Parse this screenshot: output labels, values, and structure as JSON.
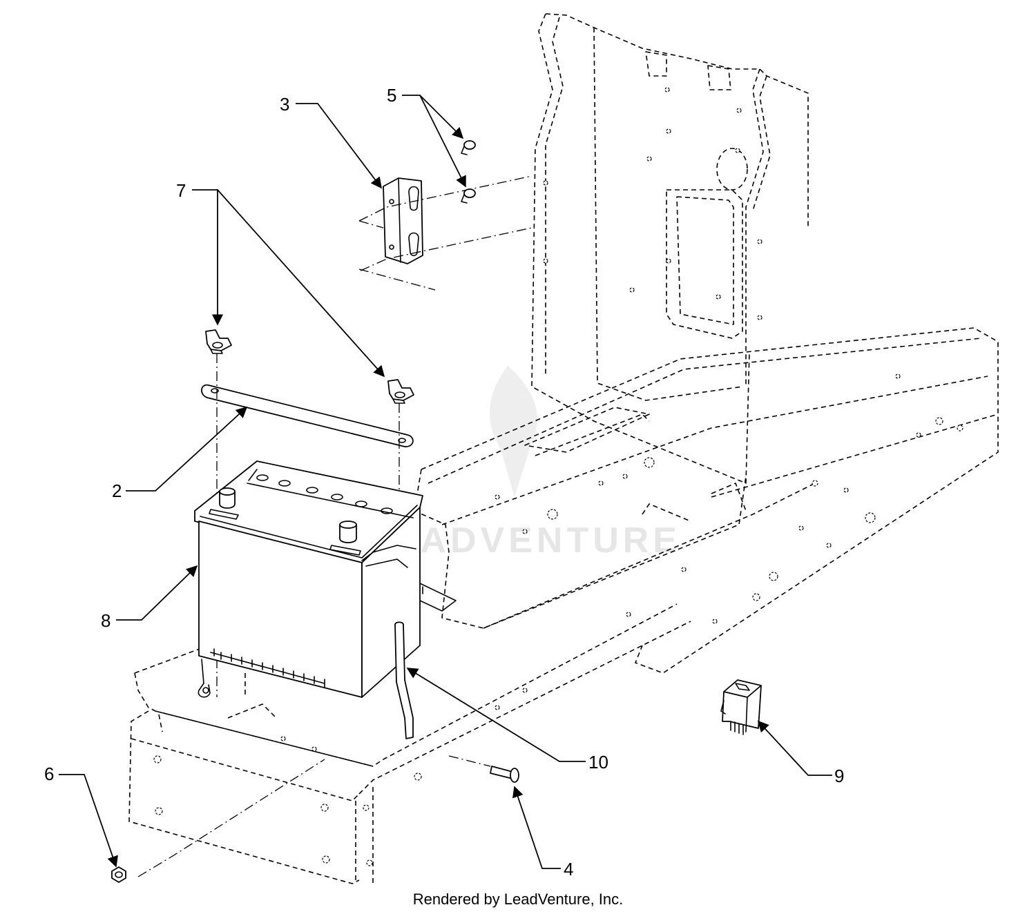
{
  "callouts": [
    {
      "id": "2",
      "label": "2"
    },
    {
      "id": "3",
      "label": "3"
    },
    {
      "id": "4",
      "label": "4"
    },
    {
      "id": "5",
      "label": "5"
    },
    {
      "id": "6",
      "label": "6"
    },
    {
      "id": "7",
      "label": "7"
    },
    {
      "id": "8",
      "label": "8"
    },
    {
      "id": "9",
      "label": "9"
    },
    {
      "id": "10",
      "label": "10"
    }
  ],
  "watermark": "LEADVENTURE",
  "footer": {
    "credit": "Rendered by LeadVenture, Inc."
  }
}
